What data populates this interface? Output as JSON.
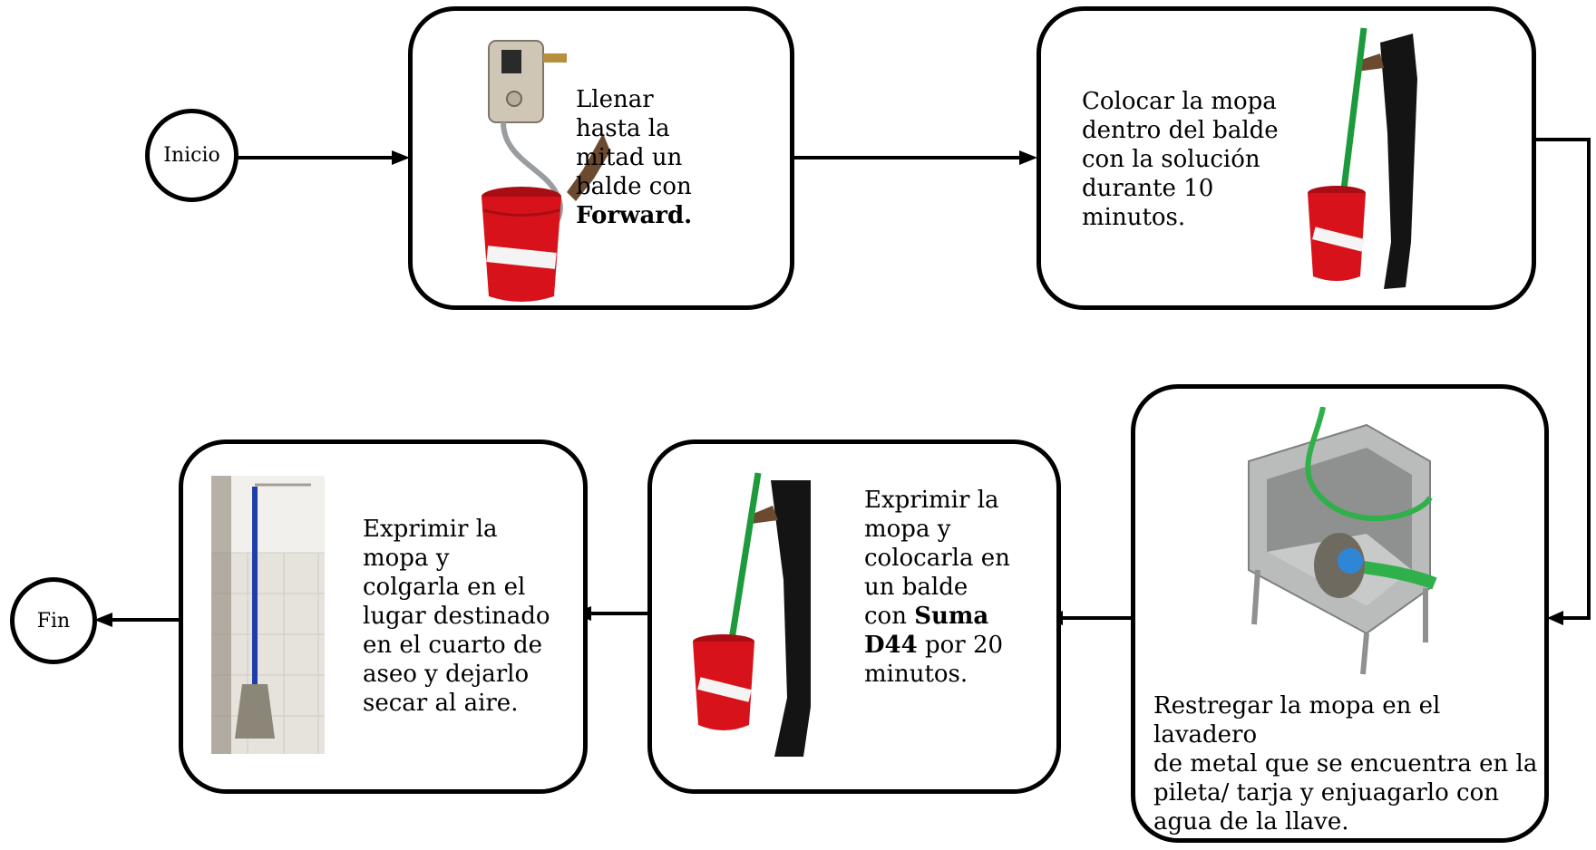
{
  "start_node": {
    "label": "Inicio"
  },
  "end_node": {
    "label": "Fin"
  },
  "steps": [
    {
      "pre": "Llenar\nhasta la\nmitad un\nbalde con\n",
      "bold": "Forward.",
      "post": "",
      "image": "bucket-filling-from-dispenser-icon"
    },
    {
      "pre": "Colocar la mopa\ndentro del balde\ncon la solución\ndurante 10\nminutos.",
      "bold": "",
      "post": "",
      "image": "mop-in-bucket-icon"
    },
    {
      "pre": "Restregar la mopa en el  lavadero\nde metal que se  encuentra en la\npileta/  tarja y enjuagarlo con\nagua de la llave.",
      "bold": "",
      "post": "",
      "image": "mop-in-metal-sink-icon"
    },
    {
      "pre": "Exprimir  la\nmopa y\ncolocarla  en\nun  balde\ncon  ",
      "bold": "Suma\nD44",
      "post": "  por 20\nminutos.",
      "image": "mop-in-bucket-icon"
    },
    {
      "pre": "Exprimir la\nmopa y\ncolgarla en el\nlugar destinado\nen el cuarto de\naseo y dejarlo\nsecar al aire.",
      "bold": "",
      "post": "",
      "image": "mop-hanging-on-wall-icon"
    }
  ],
  "colors": {
    "bucket_red": "#d8121b",
    "mop_handle_green": "#1c9a3c",
    "hose_green": "#2fb04a",
    "metal_sink": "#a6a9a8",
    "mop_handle_blue": "#1f3fa8",
    "tile_wall": "#e6e3dc"
  }
}
